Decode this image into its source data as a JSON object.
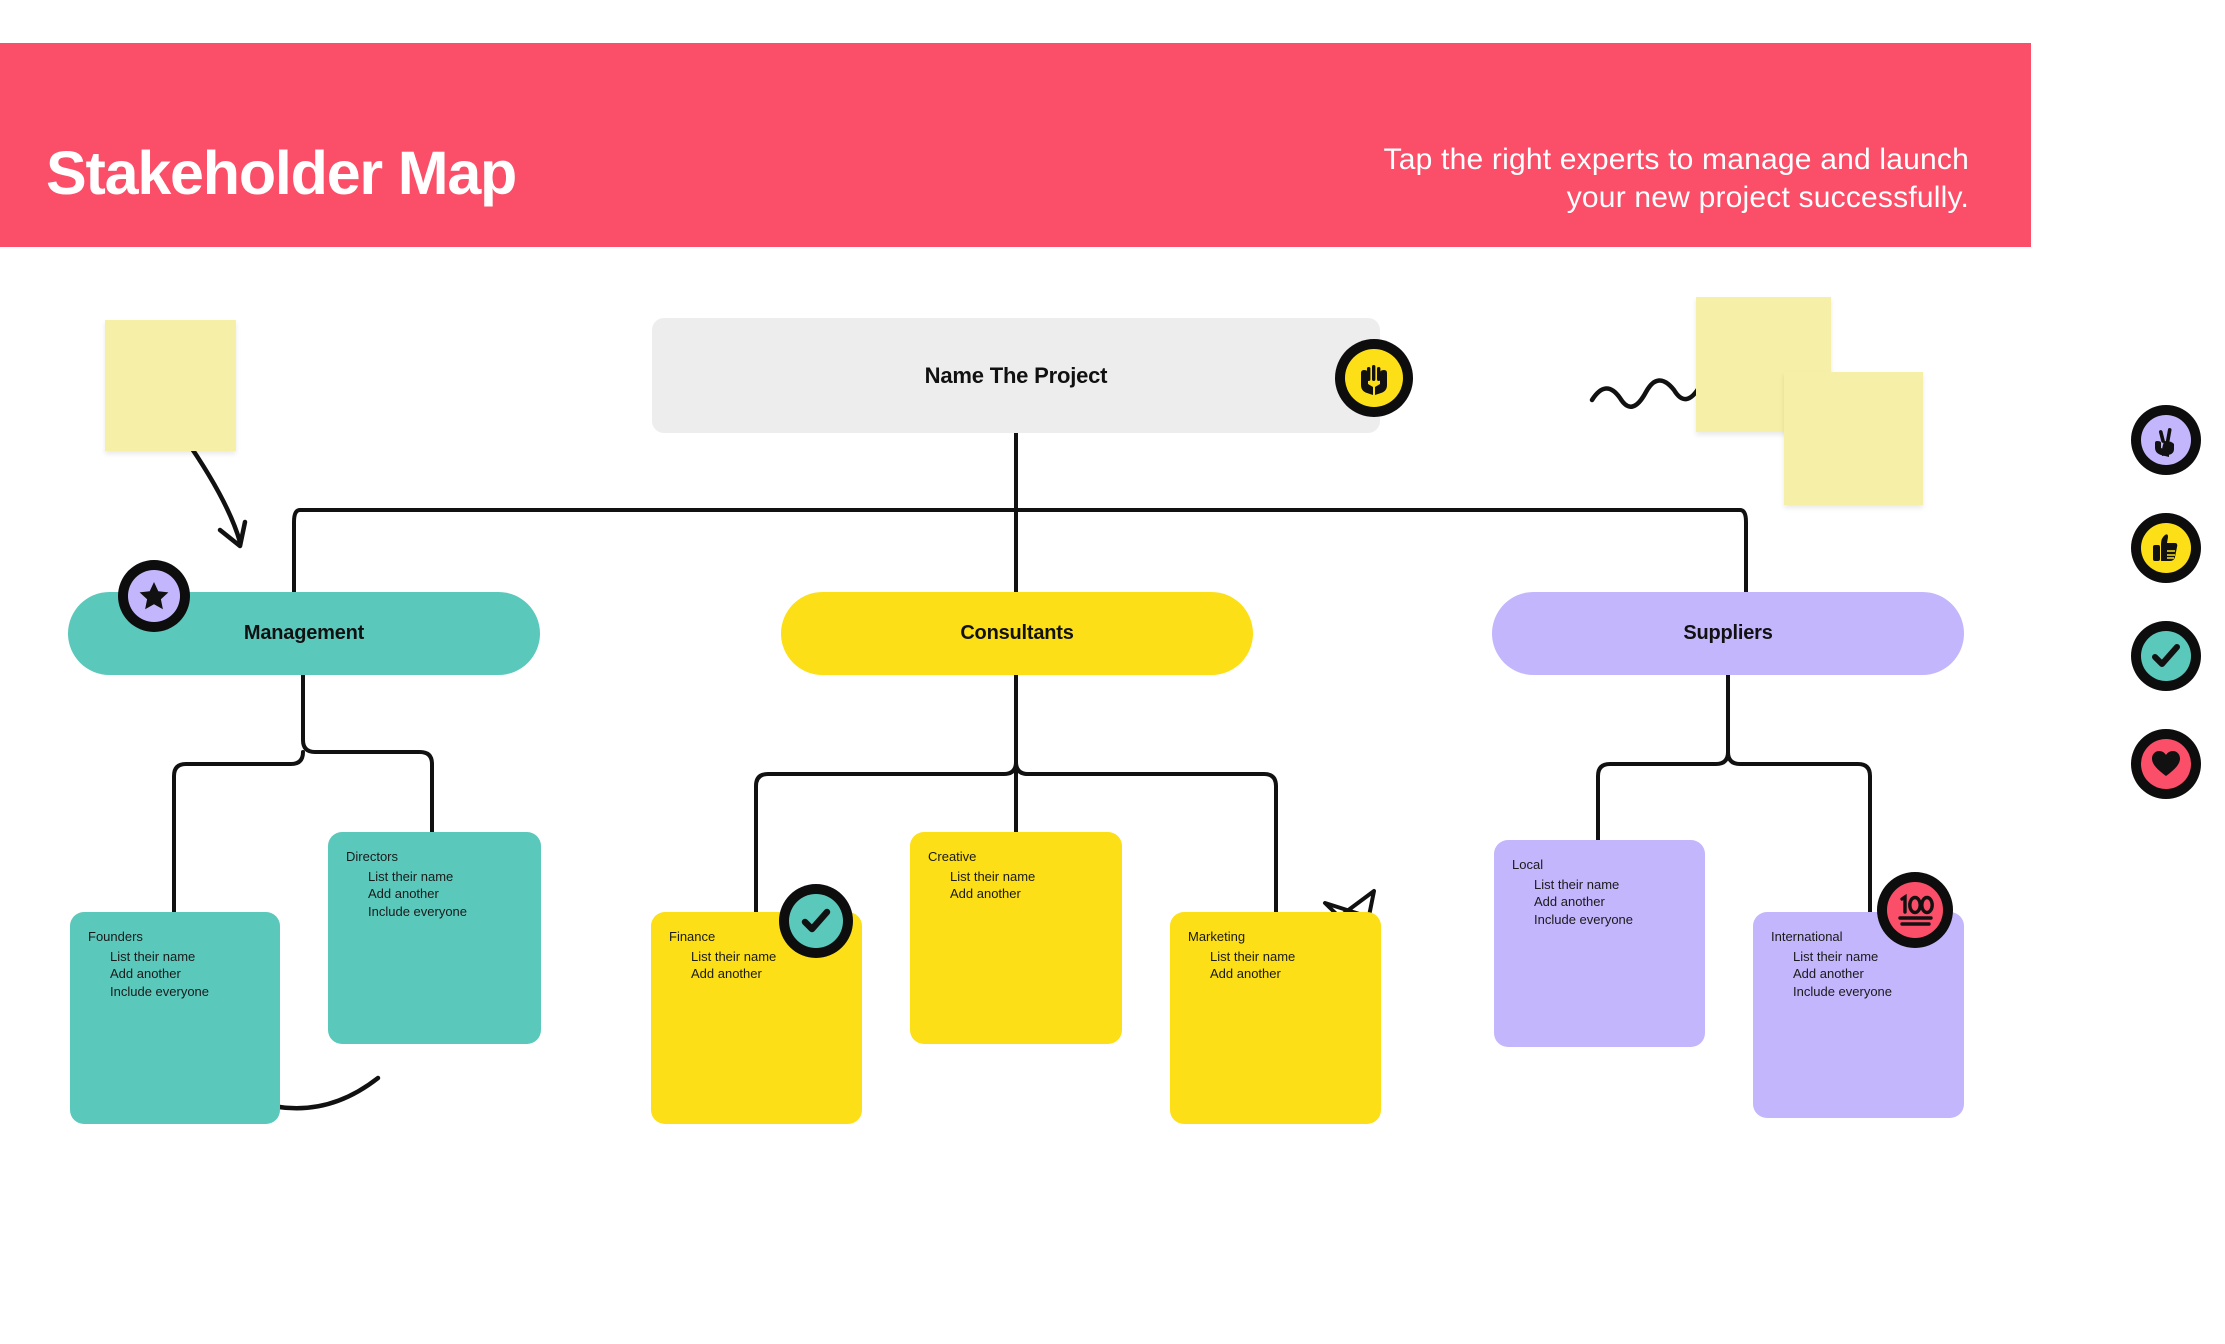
{
  "header": {
    "title": "Stakeholder Map",
    "subtitle": "Tap the right experts to manage and launch your new project successfully.",
    "bg_color": "#FB4E68",
    "text_color": "#FFFFFF"
  },
  "colors": {
    "teal": "#5BC8BC",
    "yellow": "#FCDF16",
    "purple": "#C4B6FC",
    "pink": "#FB4E68",
    "sticky": "#F5EFA8",
    "root_gray": "#EDEDED",
    "ink": "#0D0D0D"
  },
  "root": {
    "label": "Name The Project",
    "badge_icon": "raised-hands-emoji"
  },
  "branches": [
    {
      "label": "Management",
      "color_key": "teal",
      "badge_icon": "star-emoji",
      "cards": [
        {
          "title": "Founders",
          "items": [
            "List their name",
            "Add another",
            "Include everyone"
          ]
        },
        {
          "title": "Directors",
          "items": [
            "List their name",
            "Add another",
            "Include everyone"
          ]
        }
      ]
    },
    {
      "label": "Consultants",
      "color_key": "yellow",
      "badge_icon": "check-mark-emoji",
      "cards": [
        {
          "title": "Finance",
          "items": [
            "List their name",
            "Add another"
          ]
        },
        {
          "title": "Creative",
          "items": [
            "List their name",
            "Add another"
          ]
        },
        {
          "title": "Marketing",
          "items": [
            "List their name",
            "Add another"
          ]
        }
      ]
    },
    {
      "label": "Suppliers",
      "color_key": "purple",
      "badge_icon": "hundred-points-emoji",
      "cards": [
        {
          "title": "Local",
          "items": [
            "List their name",
            "Add another",
            "Include everyone"
          ]
        },
        {
          "title": "International",
          "items": [
            "List their name",
            "Add another",
            "Include everyone"
          ]
        }
      ]
    }
  ],
  "sticker_rail": [
    {
      "icon": "peace-sign-emoji",
      "disc_color": "#C4B6FC"
    },
    {
      "icon": "thumbs-up-emoji",
      "disc_color": "#FCDF16"
    },
    {
      "icon": "check-mark-emoji",
      "disc_color": "#5BC8BC"
    },
    {
      "icon": "heart-emoji",
      "disc_color": "#FB4E68"
    }
  ],
  "sticky_notes": [
    {
      "name": "sticky-note-left"
    },
    {
      "name": "sticky-note-top-right"
    },
    {
      "name": "sticky-note-bottom-right"
    }
  ],
  "doodles": [
    {
      "name": "curved-arrow-doodle"
    },
    {
      "name": "squiggle-arrow-doodle"
    },
    {
      "name": "curved-arrow-left-doodle"
    },
    {
      "name": "star-doodle"
    }
  ]
}
